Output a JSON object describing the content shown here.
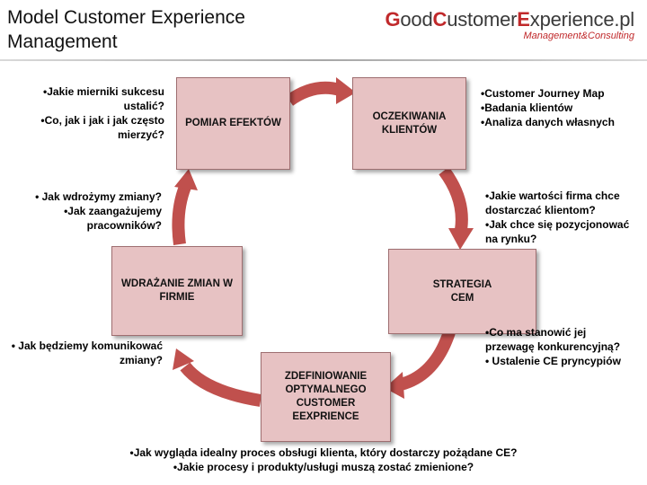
{
  "header": {
    "title": "Model Customer Experience Management",
    "logo_good": "G",
    "logo_ood": "ood",
    "logo_customer_c": "C",
    "logo_ustomer": "ustomer",
    "logo_experience_e": "E",
    "logo_xperience": "xperience.pl",
    "logo_tagline": "Management&Consulting"
  },
  "colors": {
    "box_fill": "#e7c2c3",
    "arrow": "#c0504d",
    "logo_red": "#c0292b"
  },
  "boxes": {
    "pomiar": "POMIAR EFEKTÓW",
    "oczekiwania": "OCZEKIWANIA KLIENTÓW",
    "strategia": "STRATEGIA CEM",
    "zdefiniowanie": "ZDEFINIOWANIE OPTYMALNEGO CUSTOMER EEXPRIENCE",
    "wdrazanie": "WDRAŻANIE ZMIAN W FIRMIE"
  },
  "notes": {
    "top_left": [
      "•Jakie mierniki sukcesu ustalić?",
      "•Co, jak i jak i jak często mierzyć?"
    ],
    "top_right": [
      "•Customer Journey Map",
      "•Badania klientów",
      "•Analiza danych własnych"
    ],
    "mid_left": [
      "• Jak wdrożymy zmiany?",
      "•Jak zaangażujemy pracowników?"
    ],
    "mid_right": [
      "•Jakie wartości firma chce dostarczać klientom?",
      "•Jak chce się pozycjonować na rynku?"
    ],
    "low_left": [
      "• Jak będziemy komunikować zmiany?"
    ],
    "low_right": [
      "•Co ma stanowić jej przewagę konkurencyjną?",
      "• Ustalenie CE pryncypiów"
    ],
    "bottom": [
      "•Jak wygląda idealny proces obsługi klienta, który dostarczy pożądane CE?",
      "•Jakie procesy i produkty/usługi muszą zostać zmienione?"
    ]
  }
}
